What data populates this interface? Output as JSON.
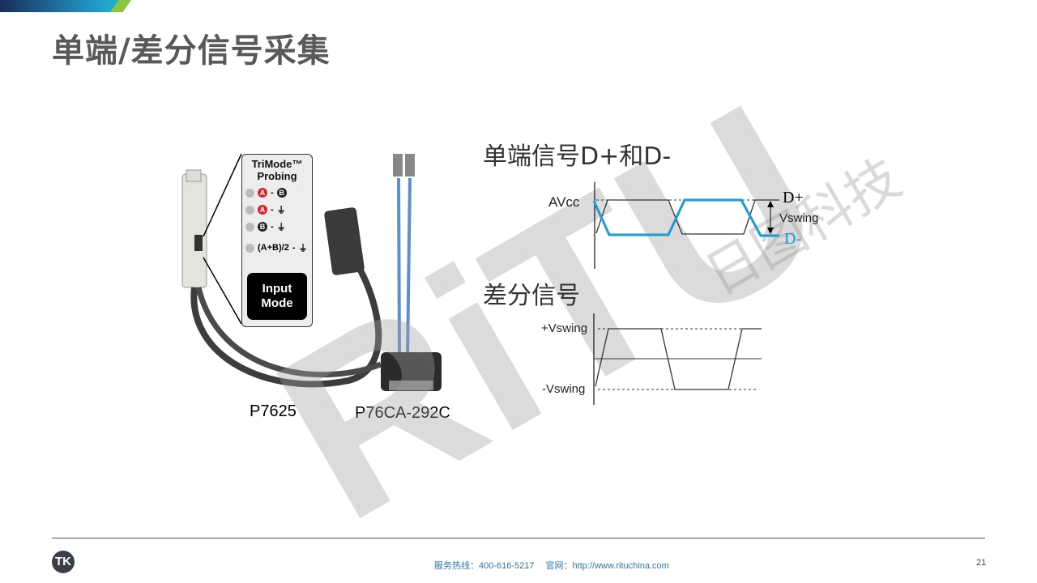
{
  "title": "单端/差分信号采集",
  "probe_panel": {
    "heading1": "TriMode™",
    "heading2": "Probing",
    "modes": [
      {
        "a": "A",
        "op": "-",
        "b": "B"
      },
      {
        "a": "A",
        "op": "-",
        "b": "⏚"
      },
      {
        "a": "B",
        "op": "-",
        "b": "⏚"
      },
      {
        "a": "(A+B)/2",
        "op": "-",
        "b": "⏚"
      }
    ],
    "button_line1": "Input",
    "button_line2": "Mode"
  },
  "probe_labels": {
    "left": "P7625",
    "right": "P76CA-292C"
  },
  "single_ended": {
    "heading": "单端信号D+和D-",
    "avcc": "AVcc",
    "dplus": "D+",
    "vswing": "Vswing",
    "dminus": "D-",
    "dminus_color": "#1a9bd7"
  },
  "differential": {
    "heading": "差分信号",
    "pos": "+Vswing",
    "neg": "-Vswing"
  },
  "watermark": {
    "text": "RiTU",
    "cn": "日图科技"
  },
  "footer": {
    "logo": "TK",
    "text": "服务热线：400-616-5217　 官网：http://www.rituchina.com",
    "page": "21"
  }
}
